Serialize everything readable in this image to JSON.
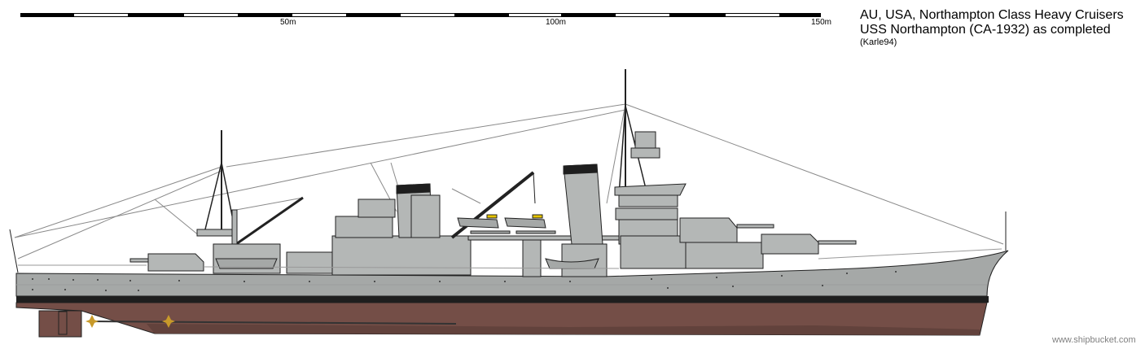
{
  "title": {
    "line1": "AU, USA, Northampton Class Heavy Cruisers",
    "line2": "USS Northampton (CA-1932) as completed",
    "author": "(Karle94)"
  },
  "scale_bar": {
    "labels": [
      "50m",
      "100m",
      "150m"
    ]
  },
  "watermark": "www.shipbucket.com",
  "colors": {
    "hull_gray": "#a5a8a7",
    "superstructure_gray": "#b4b7b6",
    "boot_top": "#1e1e1e",
    "bottom_red": "#744e47",
    "propeller": "#c89a2a"
  }
}
